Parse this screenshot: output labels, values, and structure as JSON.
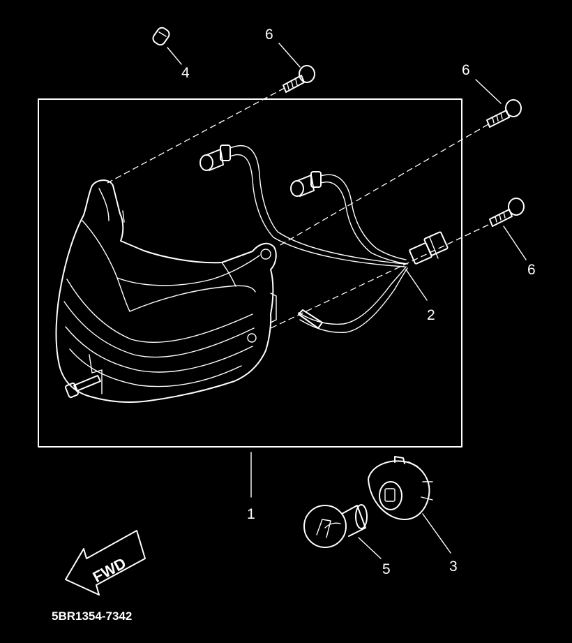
{
  "callouts": {
    "assembly": "1",
    "harness": "2",
    "socket": "3",
    "pilot_bulb": "4",
    "main_bulb": "5",
    "screw_top": "6",
    "screw_right_upper": "6",
    "screw_right_lower": "6"
  },
  "direction_label": "FWD",
  "diagram_code": "5BR1354-7342",
  "icons": [
    "forward-arrow-icon"
  ]
}
